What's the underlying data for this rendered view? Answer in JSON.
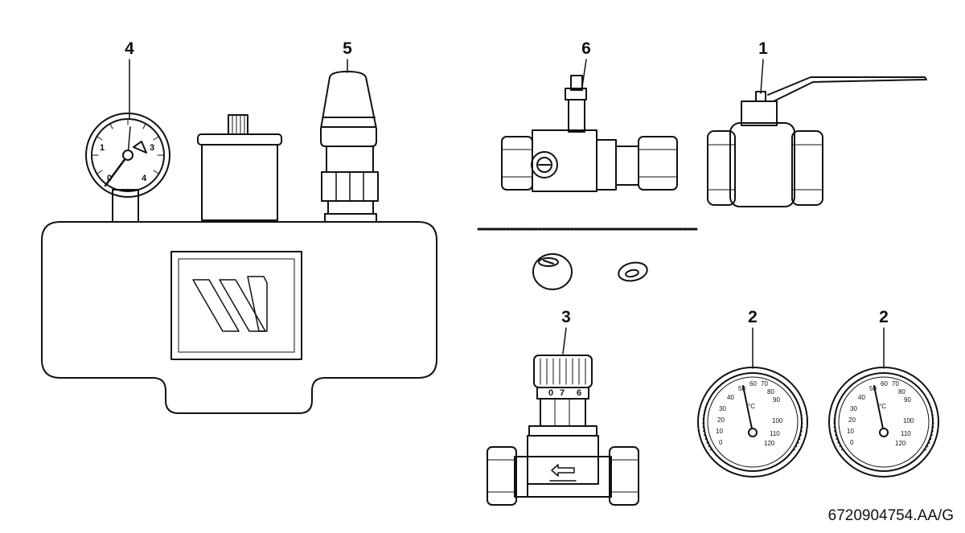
{
  "callouts": {
    "pressure_gauge": "4",
    "safety_valve": "5",
    "fill_drain_valve": "6",
    "ball_valve": "1",
    "flow_regulator": "3",
    "thermometer_left": "2",
    "thermometer_right": "2"
  },
  "pressure_gauge_scale": [
    "0",
    "1",
    "3",
    "4"
  ],
  "flow_regulator_scale": [
    "0",
    "7",
    "6"
  ],
  "thermometer_scale": {
    "left": [
      "0",
      "10",
      "20",
      "30",
      "40"
    ],
    "top": [
      "50",
      "60",
      "70"
    ],
    "right": [
      "80",
      "90",
      "100",
      "110",
      "120"
    ],
    "unit": "°C"
  },
  "figure_code": "6720904754.AA/G"
}
